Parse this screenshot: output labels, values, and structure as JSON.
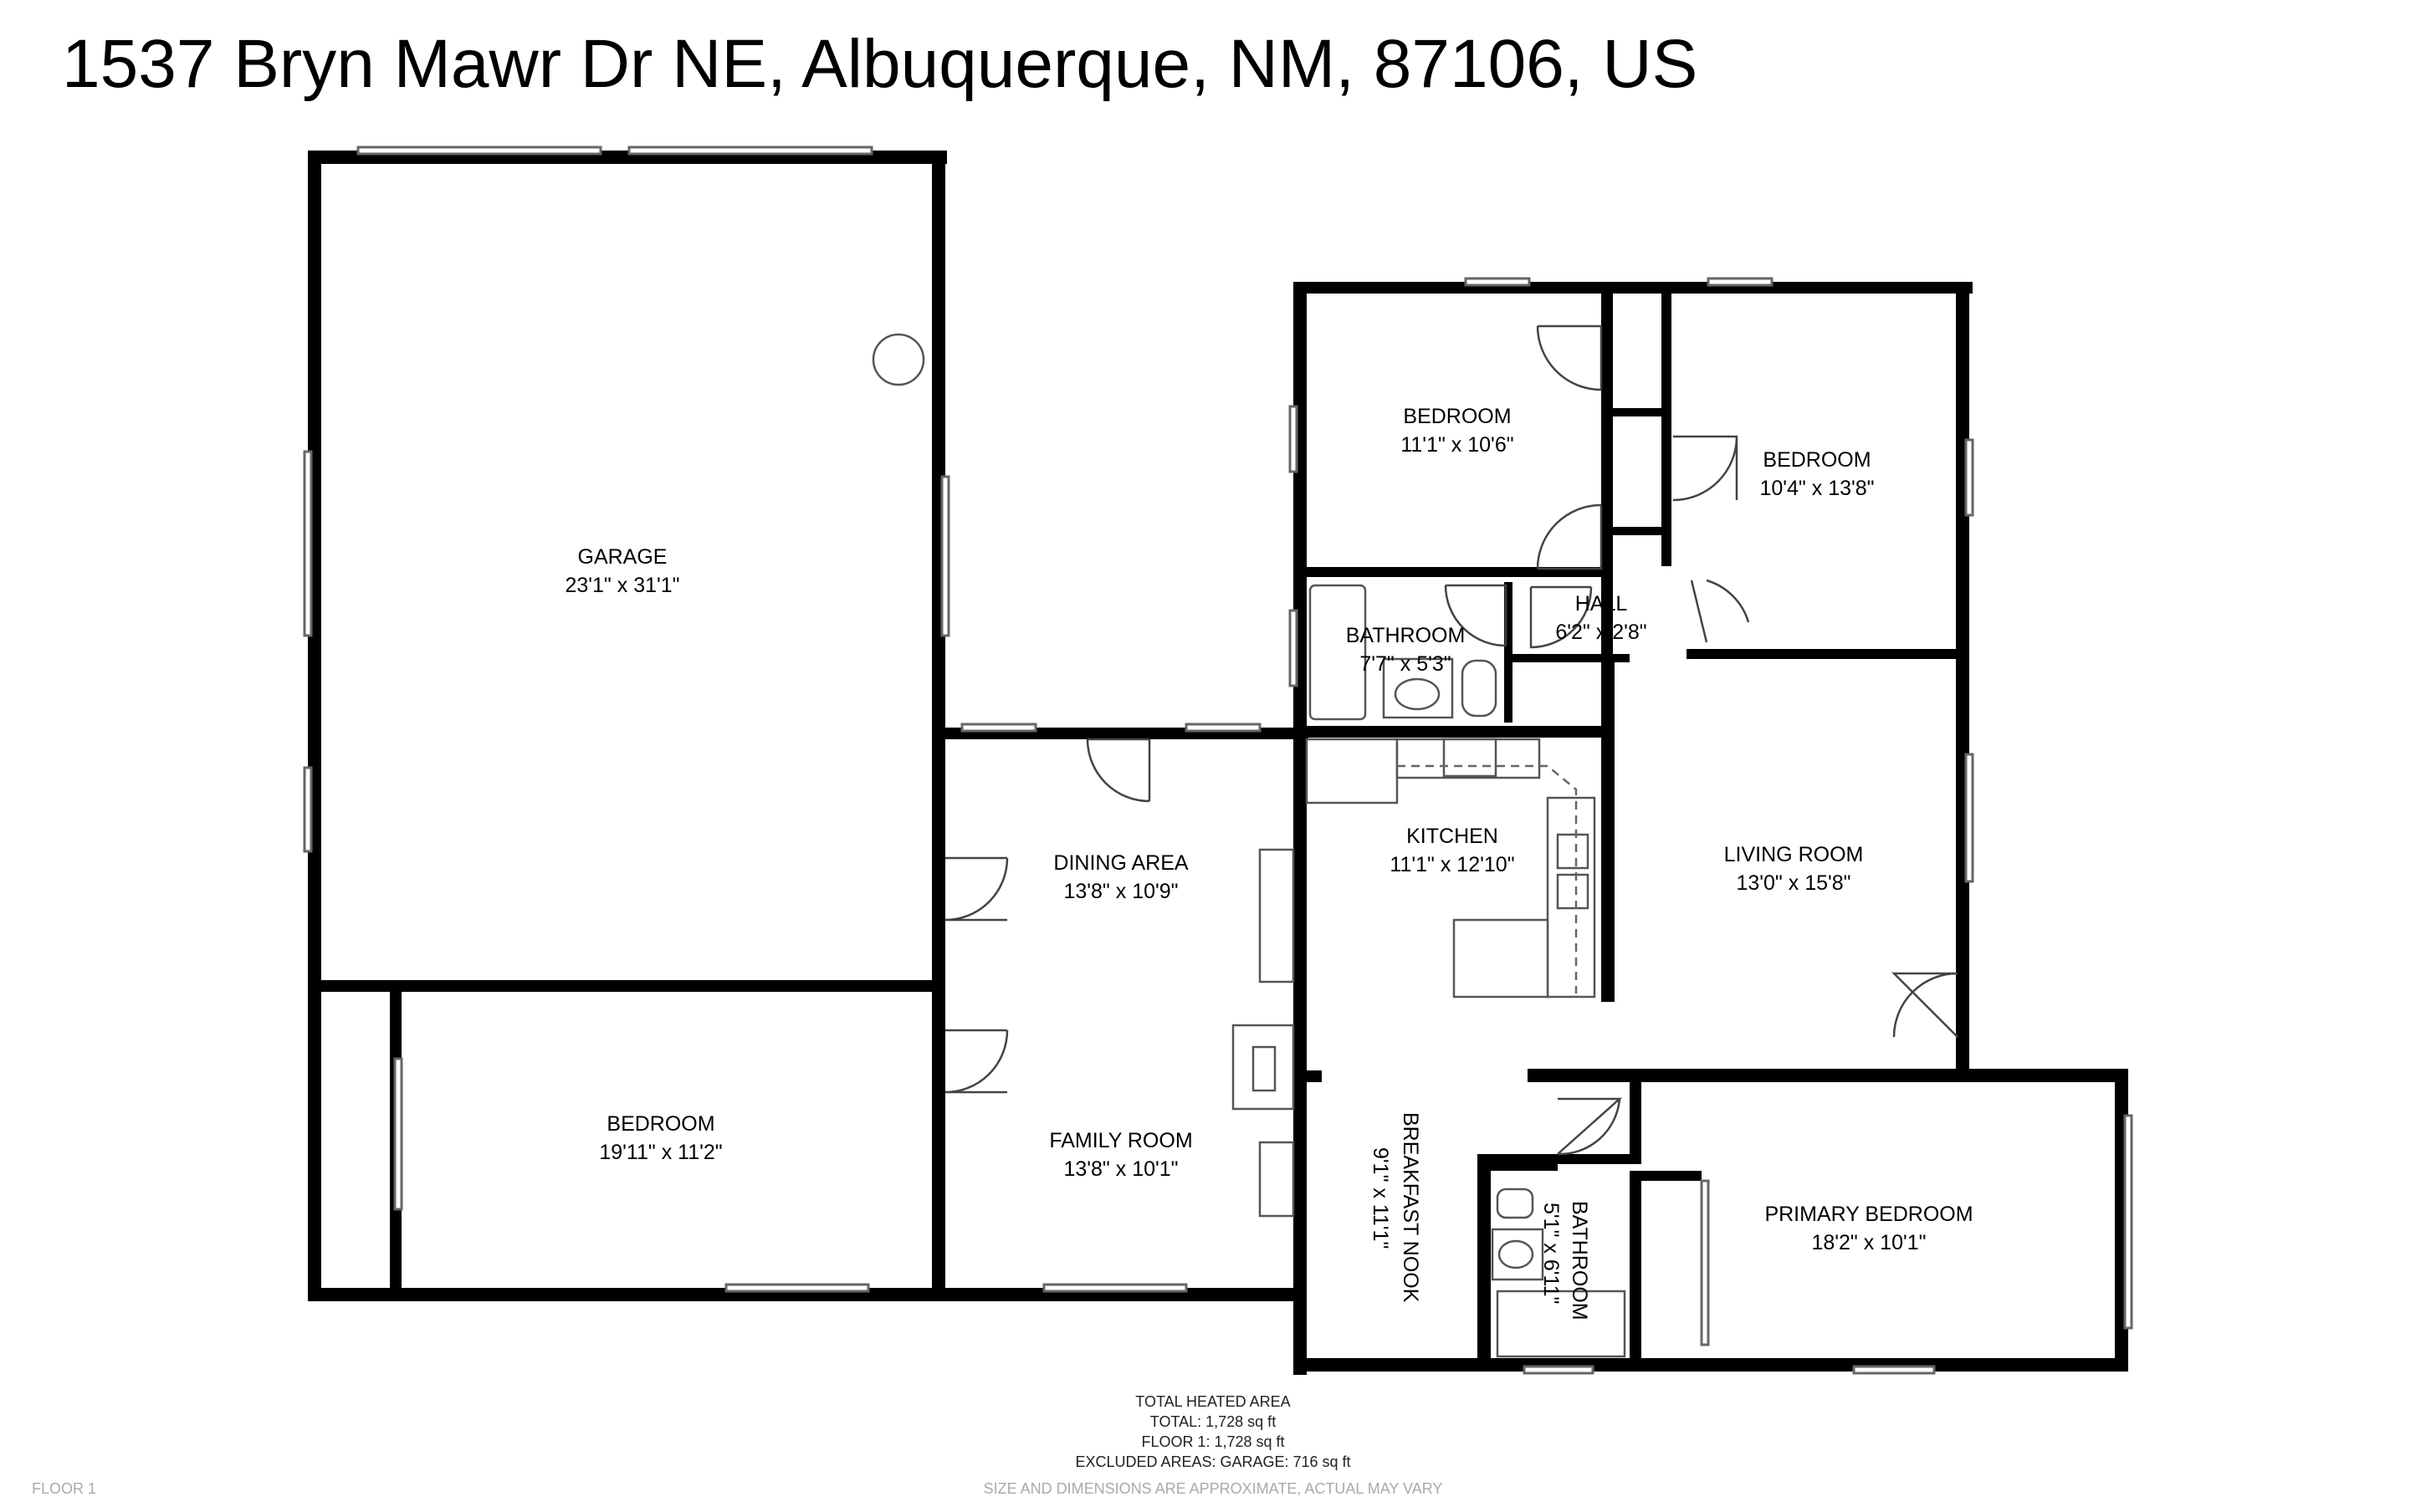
{
  "address": "1537 Bryn Mawr Dr NE, Albuquerque, NM, 87106, US",
  "rooms": {
    "garage": {
      "name": "GARAGE",
      "size": "23'1\" x 31'1\""
    },
    "bedroom_north": {
      "name": "BEDROOM",
      "size": "11'1\" x 10'6\""
    },
    "bedroom_northeast": {
      "name": "BEDROOM",
      "size": "10'4\" x 13'8\""
    },
    "hall": {
      "name": "HALL",
      "size": "6'2\" x 2'8\""
    },
    "bathroom_north": {
      "name": "BATHROOM",
      "size": "7'7\" x 5'3\""
    },
    "kitchen": {
      "name": "KITCHEN",
      "size": "11'1\" x 12'10\""
    },
    "dining_area": {
      "name": "DINING AREA",
      "size": "13'8\" x 10'9\""
    },
    "living_room": {
      "name": "LIVING ROOM",
      "size": "13'0\" x 15'8\""
    },
    "bedroom_west": {
      "name": "BEDROOM",
      "size": "19'11\" x 11'2\""
    },
    "family_room": {
      "name": "FAMILY ROOM",
      "size": "13'8\" x 10'1\""
    },
    "breakfast_nook": {
      "name": "BREAKFAST NOOK",
      "size": "9'1\" x 11'1\""
    },
    "bathroom_south": {
      "name": "BATHROOM",
      "size": "5'1\" x 6'11\""
    },
    "primary_bedroom": {
      "name": "PRIMARY BEDROOM",
      "size": "18'2\" x 10'1\""
    }
  },
  "totals": {
    "heading": "TOTAL HEATED AREA",
    "total": "TOTAL: 1,728 sq ft",
    "floor1": "FLOOR 1: 1,728 sq ft",
    "excluded": "EXCLUDED AREAS: GARAGE: 716 sq ft"
  },
  "floor_label": "FLOOR 1",
  "disclaimer": "SIZE AND DIMENSIONS ARE APPROXIMATE, ACTUAL MAY VARY"
}
